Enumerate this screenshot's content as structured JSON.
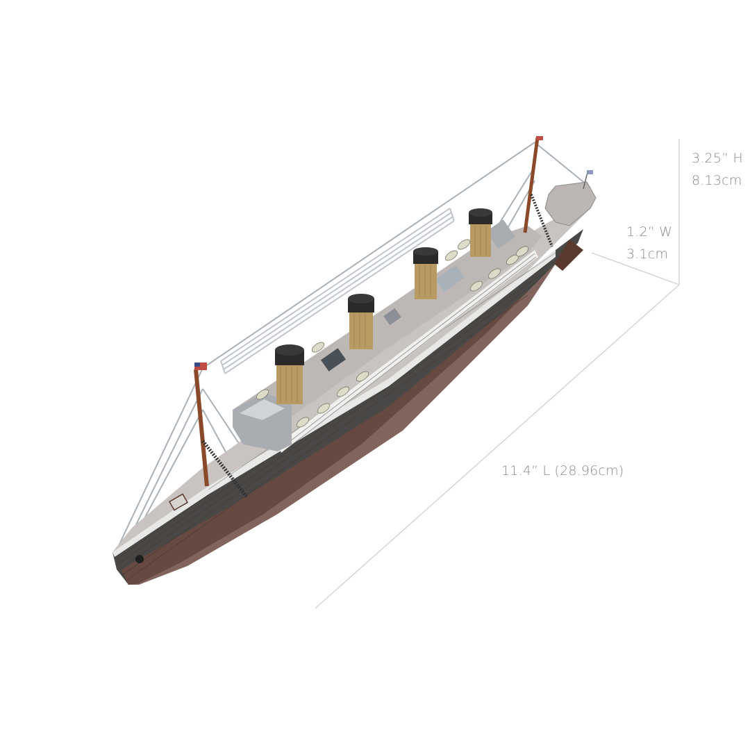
{
  "product": {
    "subject": "Metal 3D model kit of an ocean liner with four funnels",
    "colors": {
      "background": "#ffffff",
      "dimension_line": "#cfcfcf",
      "dimension_text": "#8a8a8a",
      "hull_dark": "#4a4846",
      "hull_red": "#6b4a3f",
      "deck": "#c9c4c2",
      "funnel_tan": "#b89a62",
      "funnel_top": "#2b2a29",
      "mast": "#8a4a2a",
      "rigging": "#a9b0b6"
    },
    "funnel_count": 4
  },
  "dimensions": {
    "height": {
      "imperial": "3.25” H",
      "metric": "8.13cm"
    },
    "width": {
      "imperial": "1.2” W",
      "metric": "3.1cm"
    },
    "length": {
      "label": "11.4” L (28.96cm)"
    }
  }
}
